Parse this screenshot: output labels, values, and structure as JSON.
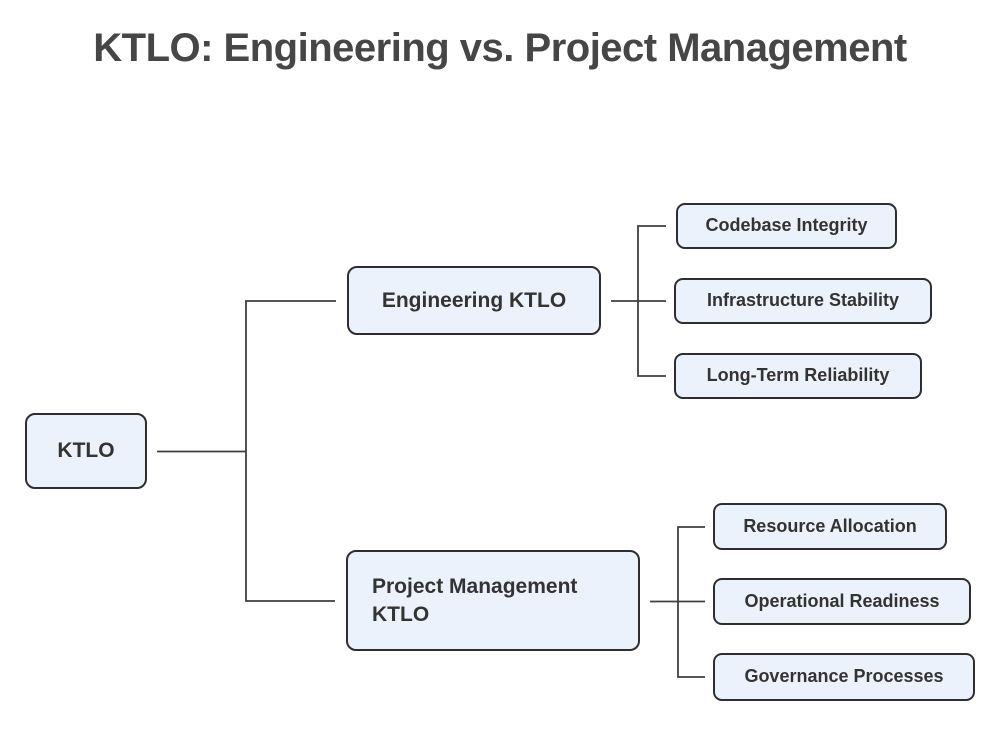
{
  "title": "KTLO: Engineering vs. Project Management",
  "colors": {
    "background": "#ffffff",
    "node_fill": "#ecf2fb",
    "node_border": "#2e2e2e",
    "connector": "#3f3f3f",
    "node_text": "#333333",
    "title_text": "#464646"
  },
  "diagram": {
    "type": "tree",
    "root": {
      "label": "KTLO"
    },
    "branches": [
      {
        "label": "Engineering KTLO",
        "children": [
          "Codebase Integrity",
          "Infrastructure Stability",
          "Long-Term Reliability"
        ]
      },
      {
        "label": "Project Management KTLO",
        "children": [
          "Resource Allocation",
          "Operational Readiness",
          "Governance Processes"
        ]
      }
    ]
  }
}
